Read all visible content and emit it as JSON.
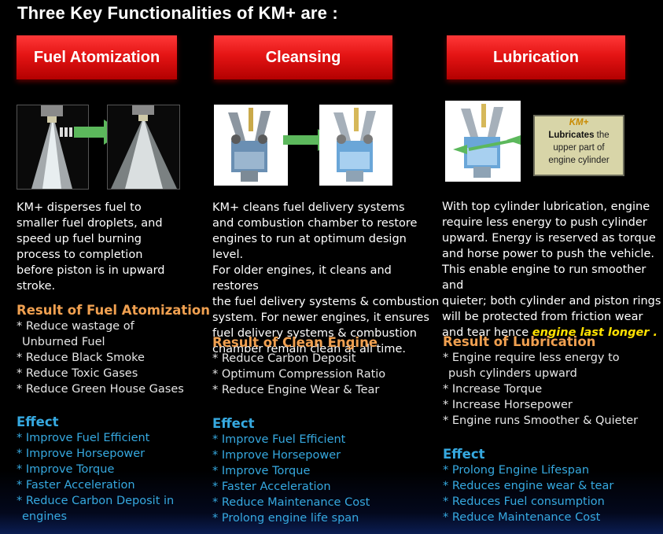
{
  "title": "Three Key Functionalities of KM+ are :",
  "columns": [
    {
      "heading": "Fuel Atomization",
      "description": [
        "KM+ disperses fuel to",
        "smaller fuel droplets, and",
        "speed up fuel burning",
        "process to completion",
        "before piston is in upward",
        "stroke."
      ],
      "result_title": "Result of Fuel Atomization",
      "results": [
        "* Reduce wastage of",
        "   Unburned Fuel",
        "* Reduce Black Smoke",
        "* Reduce Toxic Gases",
        "* Reduce Green House Gases"
      ],
      "effect_title": "Effect",
      "effects": [
        "* Improve Fuel Efficient",
        "* Improve Horsepower",
        "* Improve Torque",
        "* Faster Acceleration",
        "* Reduce Carbon Deposit in",
        "  engines"
      ]
    },
    {
      "heading": "Cleansing",
      "description": [
        "KM+ cleans fuel delivery systems",
        "and combustion chamber to restore",
        "engines to run at optimum design level.",
        "For older engines, it cleans and restores",
        "the fuel delivery systems & combustion",
        "system.  For newer engines, it ensures",
        "fuel delivery systems & combustion",
        "chamber remain clean at all time."
      ],
      "result_title": "Result of Clean Engine",
      "results": [
        "* Reduce Carbon Deposit",
        "* Optimum Compression Ratio",
        "* Reduce Engine Wear & Tear"
      ],
      "effect_title": "Effect",
      "effects": [
        "* Improve Fuel Efficient",
        "* Improve Horsepower",
        "* Improve Torque",
        "* Faster Acceleration",
        "* Reduce Maintenance Cost",
        "* Prolong engine life span"
      ]
    },
    {
      "heading": "Lubrication",
      "description": [
        "With top cylinder lubrication, engine",
        "require less energy to push cylinder",
        "upward.  Energy is reserved as torque",
        "and horse power to push the vehicle.",
        "This enable engine to run smoother and",
        "quieter; both cylinder and piston rings",
        "will be protected from friction wear"
      ],
      "description_last": "and tear hence ",
      "description_highlight": "engine last longer .",
      "note_brand": "KM+",
      "note_bold": "Lubricates",
      "note_rest": [
        " the",
        "upper part of",
        "engine cylinder"
      ],
      "result_title": "Result of Lubrication",
      "results": [
        "* Engine require less energy to",
        "   push cylinders upward",
        "* Increase Torque",
        "* Increase Horsepower",
        "* Engine runs Smoother & Quieter"
      ],
      "effect_title": "Effect",
      "effects": [
        "* Prolong Engine Lifespan",
        "* Reduces engine wear & tear",
        "* Reduces Fuel consumption",
        "* Reduce Maintenance Cost"
      ]
    }
  ],
  "colors": {
    "result_heading": "#f0a050",
    "effect_heading": "#36a9e0",
    "highlight": "#ffe100",
    "button_red": "#e41414"
  }
}
